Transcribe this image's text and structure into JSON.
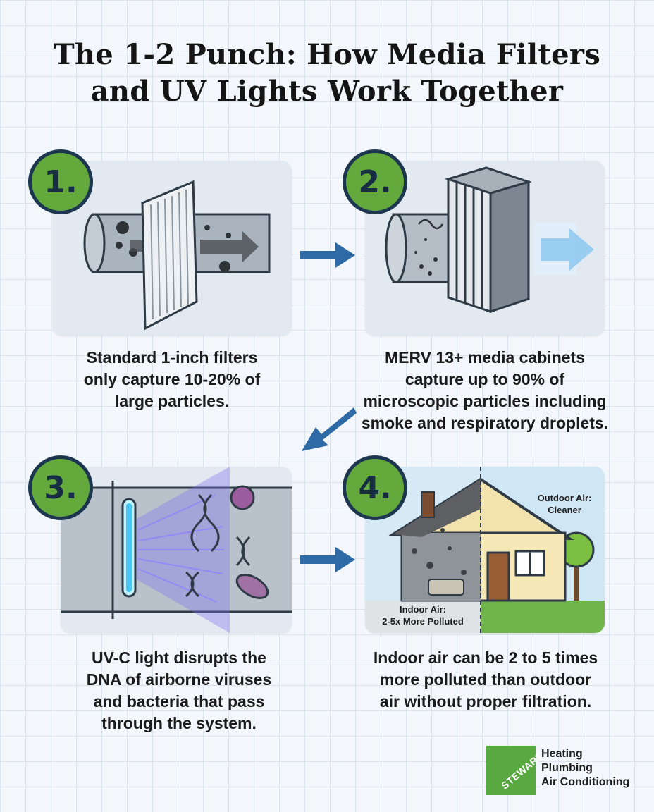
{
  "title_line1": "The 1-2 Punch: How Media Filters",
  "title_line2": "and UV Lights Work Together",
  "steps": [
    {
      "badge": "1.",
      "caption": "Standard 1-inch filters only capture 10-20% of large particles."
    },
    {
      "badge": "2.",
      "caption": "MERV 13+ media cabinets capture up to 90% of microscopic particles including smoke and respiratory droplets."
    },
    {
      "badge": "3.",
      "caption": "UV-C light disrupts the DNA of airborne viruses and bacteria that pass through the system."
    },
    {
      "badge": "4.",
      "caption": "Indoor air can be 2 to 5 times more polluted than outdoor air without proper filtration."
    }
  ],
  "captions": {
    "c1": [
      "Standard 1-inch filters",
      "only capture 10-20% of",
      "large particles."
    ],
    "c2": [
      "MERV 13+ media cabinets",
      "capture up to 90% of",
      "microscopic particles including",
      "smoke and respiratory droplets."
    ],
    "c3": [
      "UV-C light disrupts the",
      "DNA of airborne viruses",
      "and bacteria that pass",
      "through the system."
    ],
    "c4": [
      "Indoor air can be 2 to 5 times",
      "more polluted than outdoor",
      "air without proper filtration."
    ]
  },
  "house": {
    "outdoor_line1": "Outdoor Air:",
    "outdoor_line2": "Cleaner",
    "indoor_line1": "Indoor Air:",
    "indoor_line2": "2-5x More Polluted"
  },
  "brand": {
    "logo_text": "STEWART",
    "line1": "Heating",
    "line2": "Plumbing",
    "line3": "Air Conditioning",
    "logo_color": "#58a93f"
  },
  "colors": {
    "badge_fill": "#64a93c",
    "badge_border": "#1c3650",
    "arrow": "#2e6aa5",
    "uv_glow": "#7a6cf0"
  }
}
